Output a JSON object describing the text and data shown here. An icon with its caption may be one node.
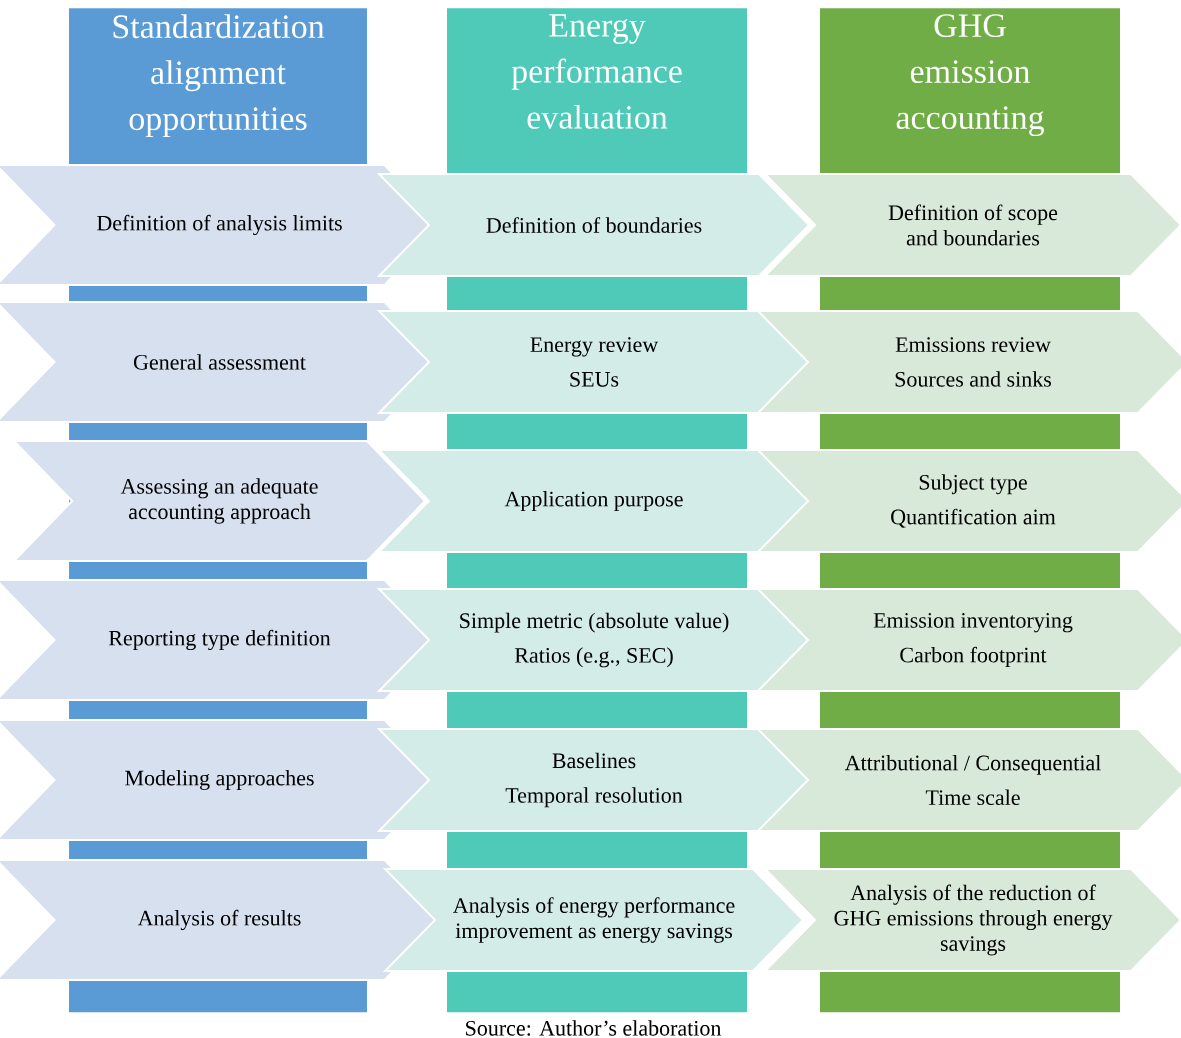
{
  "diagram": {
    "caption": "Source: Author’s elaboration",
    "nodes": [
      {
        "text": [
          "Standardization alignment opportunities"
        ]
      },
      {
        "text": [
          "Energy performance evaluation"
        ]
      },
      {
        "text": [
          "GHG emission accounting"
        ]
      },
      {
        "text": [
          "Definition of analysis limits"
        ]
      },
      {
        "text": [
          "Definition of boundaries"
        ]
      },
      {
        "text": [
          "Definition of scope and boundaries"
        ]
      },
      {
        "text": [
          "General assessment"
        ]
      },
      {
        "text": [
          "Energy review",
          "SEUs"
        ]
      },
      {
        "text": [
          "Emissions review",
          "Sources and sinks"
        ]
      },
      {
        "text": [
          "Assessing an adequate accounting approach"
        ]
      },
      {
        "text": [
          "Application purpose"
        ]
      },
      {
        "text": [
          "Subject type",
          "Quantification aim"
        ]
      },
      {
        "text": [
          "Reporting type definition"
        ]
      },
      {
        "text": [
          "Simple metric (absolute value)",
          "Ratios (e.g., SEC)"
        ]
      },
      {
        "text": [
          "Emission inventorying",
          "Carbon footprint"
        ]
      },
      {
        "text": [
          "Modeling approaches"
        ]
      },
      {
        "text": [
          "Baselines",
          "Temporal resolution"
        ]
      },
      {
        "text": [
          "Attributional / Consequential",
          "Time scale"
        ]
      },
      {
        "text": [
          "Analysis of results"
        ]
      },
      {
        "text": [
          "Analysis of energy performance improvement as energy savings"
        ]
      },
      {
        "text": [
          "Analysis of the reduction of GHG emissions through energy savings"
        ]
      }
    ]
  }
}
